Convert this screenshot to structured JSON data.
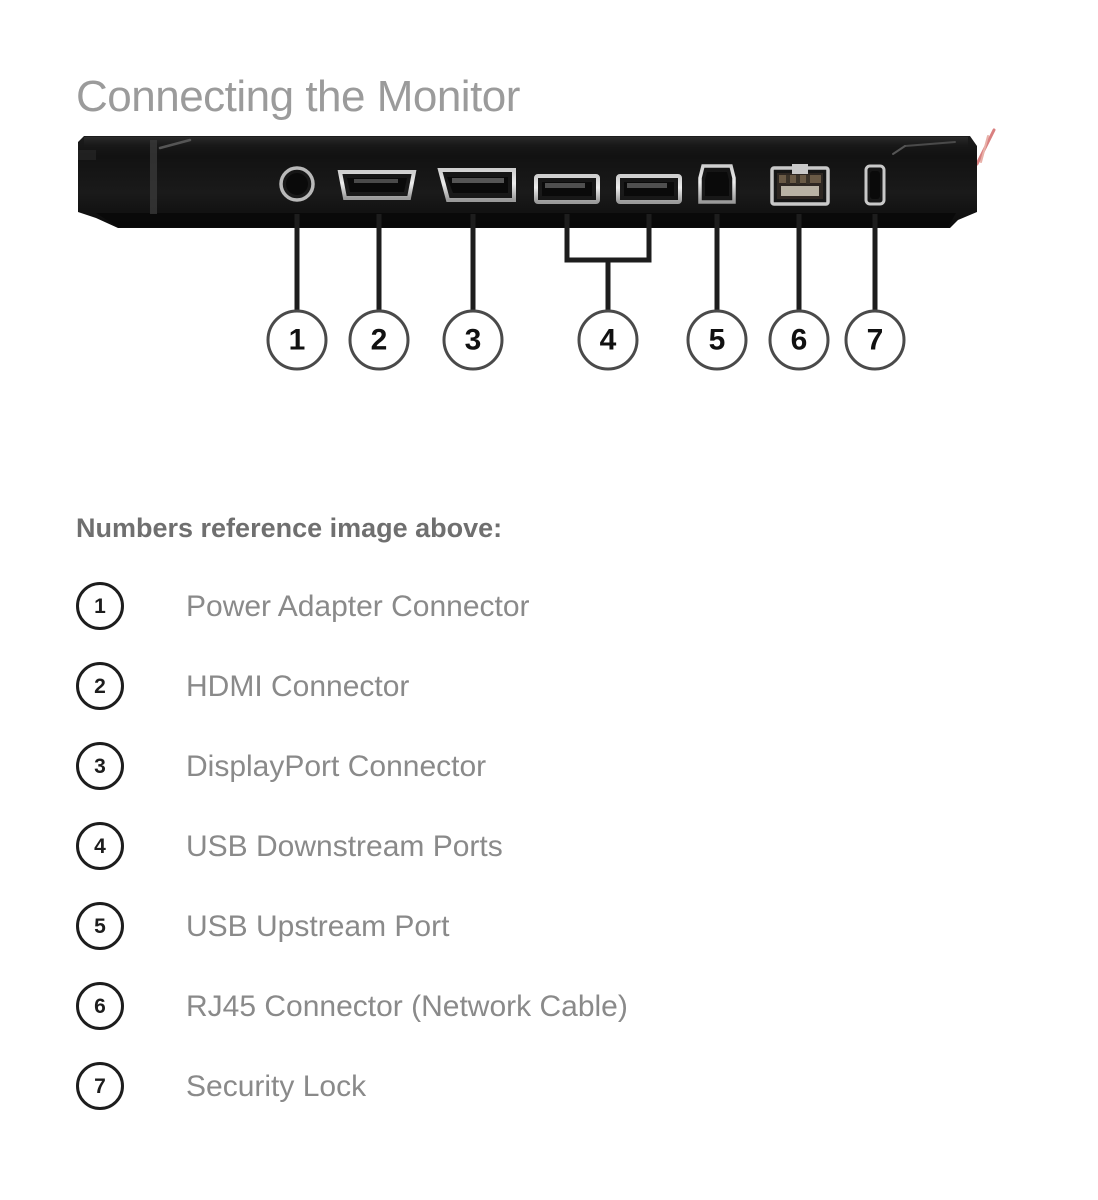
{
  "page": {
    "title": "Connecting the Monitor",
    "background_color": "#ffffff",
    "title_color": "#9b9b9b"
  },
  "diagram": {
    "name": "monitor-rear-panel-ports-diagram",
    "description": "Rear panel of a monitor showing seven labeled connectors",
    "panel_color": "#141414",
    "callout_color": "#1d1d1d",
    "accent_color": "#d98080",
    "callouts": [
      {
        "number": "1",
        "port": "power-jack-port"
      },
      {
        "number": "2",
        "port": "hdmi-port"
      },
      {
        "number": "3",
        "port": "displayport-port"
      },
      {
        "number": "4",
        "port": "usb-downstream-ports"
      },
      {
        "number": "5",
        "port": "usb-upstream-port"
      },
      {
        "number": "6",
        "port": "rj45-port"
      },
      {
        "number": "7",
        "port": "security-lock-slot"
      }
    ]
  },
  "legend": {
    "heading": "Numbers reference image above:",
    "heading_color": "#6f6f6f",
    "label_color": "#8a8a8a",
    "items": [
      {
        "number": "1",
        "label": "Power Adapter Connector"
      },
      {
        "number": "2",
        "label": "HDMI Connector"
      },
      {
        "number": "3",
        "label": "DisplayPort Connector"
      },
      {
        "number": "4",
        "label": "USB Downstream Ports"
      },
      {
        "number": "5",
        "label": "USB Upstream Port"
      },
      {
        "number": "6",
        "label": "RJ45 Connector (Network Cable)"
      },
      {
        "number": "7",
        "label": "Security Lock"
      }
    ]
  }
}
